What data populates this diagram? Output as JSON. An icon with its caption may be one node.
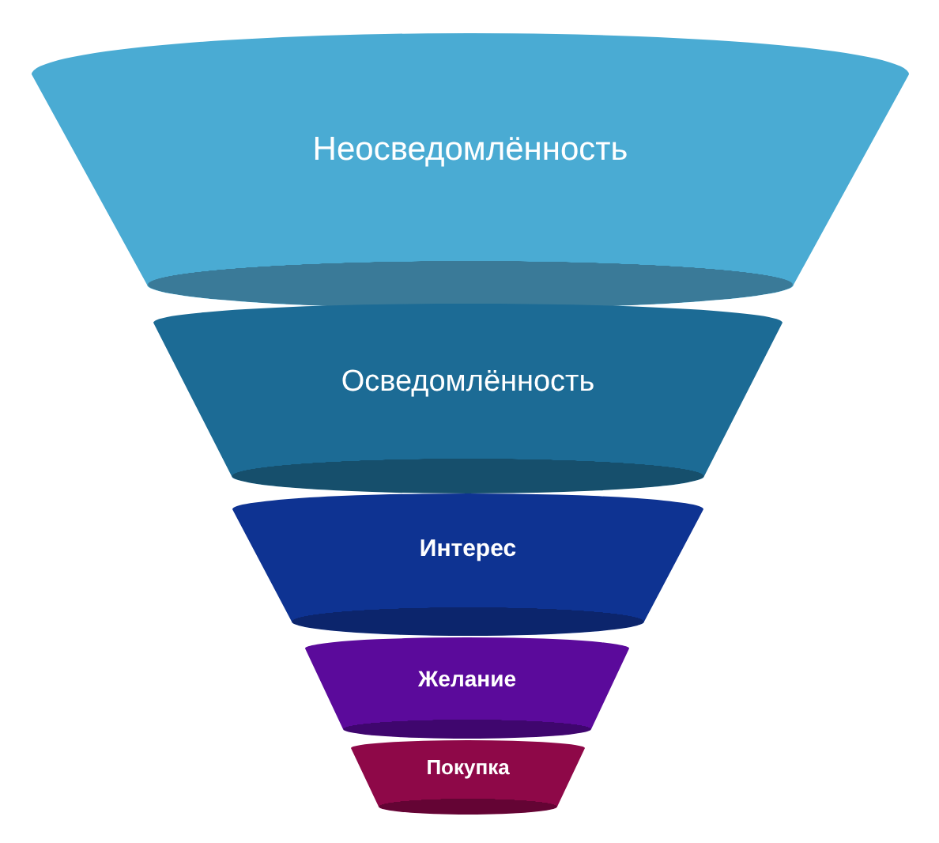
{
  "diagram": {
    "nodes": [
      {
        "text": [
          "Неосведомлённость"
        ]
      },
      {
        "text": [
          "Осведомлённость"
        ]
      },
      {
        "text": [
          "Интерес"
        ]
      },
      {
        "text": [
          "Желание"
        ]
      },
      {
        "text": [
          "Покупка"
        ]
      }
    ]
  }
}
